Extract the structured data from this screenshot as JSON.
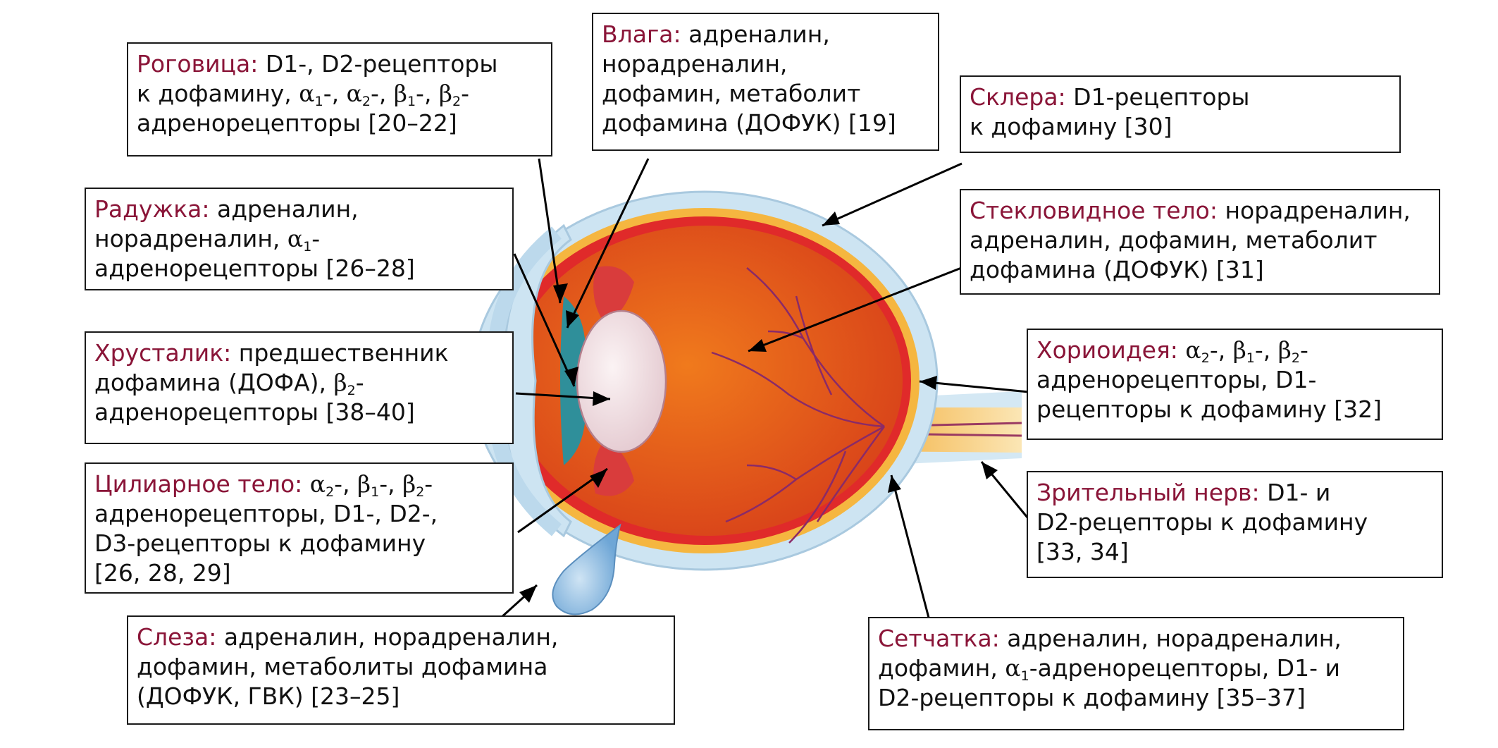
{
  "labels": {
    "cornea": {
      "term": "Роговица:",
      "a": " D1-, D2-рецепторы",
      "b": "к дофамину, ",
      "c": "-, ",
      "d": "-, ",
      "e": "-, ",
      "f": "-",
      "g": "адренорецепторы [20–22]"
    },
    "humor": {
      "term": "Влага:",
      "a": " адреналин,",
      "b": "норадреналин,",
      "c": "дофамин, метаболит",
      "d": "дофамина (ДОФУК) [19]"
    },
    "sclera": {
      "term": "Склера:",
      "a": " D1-рецепторы",
      "b": "к дофамину [30]"
    },
    "iris": {
      "term": "Радужка:",
      "a": " адреналин,",
      "b": "норадреналин, ",
      "c": "-",
      "d": "адренорецепторы [26–28]"
    },
    "vitreous": {
      "term": "Стекловидное тело:",
      "a": " норадреналин,",
      "b": "адреналин, дофамин, метаболит",
      "c": "дофамина (ДОФУК) [31]"
    },
    "lens": {
      "term": "Хрусталик:",
      "a": " предшественник",
      "b": "дофамина (ДОФА), ",
      "c": "-",
      "d": "адренорецепторы [38–40]"
    },
    "choroid": {
      "term": "Хориоидея:",
      "a": " ",
      "b": "-, ",
      "c": "-, ",
      "d": "-",
      "e": "адренорецепторы, D1-",
      "f": "рецепторы к дофамину [32]"
    },
    "ciliary": {
      "term": "Цилиарное тело:",
      "a": " ",
      "b": "-, ",
      "c": "-, ",
      "d": "-",
      "e": "адренорецепторы, D1-, D2-,",
      "f": "D3-рецепторы к дофамину",
      "g": "[26, 28, 29]"
    },
    "optic": {
      "term": "Зрительный нерв:",
      "a": " D1- и",
      "b": "D2-рецепторы к дофамину",
      "c": "[33, 34]"
    },
    "tear": {
      "term": "Слеза:",
      "a": " адреналин, норадреналин,",
      "b": "дофамин, метаболиты дофамина",
      "c": "(ДОФУК, ГВК) [23–25]"
    },
    "retina": {
      "term": "Сетчатка:",
      "a": " адреналин, норадреналин,",
      "b": "дофамин, ",
      "c": "-адренорецепторы, D1- и",
      "d": "D2-рецепторы к дофамину [35–37]"
    }
  },
  "greek": {
    "alpha": "α",
    "beta": "β",
    "s1": "1",
    "s2": "2"
  },
  "colors": {
    "term": "#8a1538",
    "sclera": "#cde4f2",
    "choroid": "#e02a2a",
    "vitreous": "#e65a12",
    "nerve": "#f5b640",
    "lens": "#f4e4e8",
    "iris": "#2f8f9a",
    "tear": "#8fbfe4"
  }
}
